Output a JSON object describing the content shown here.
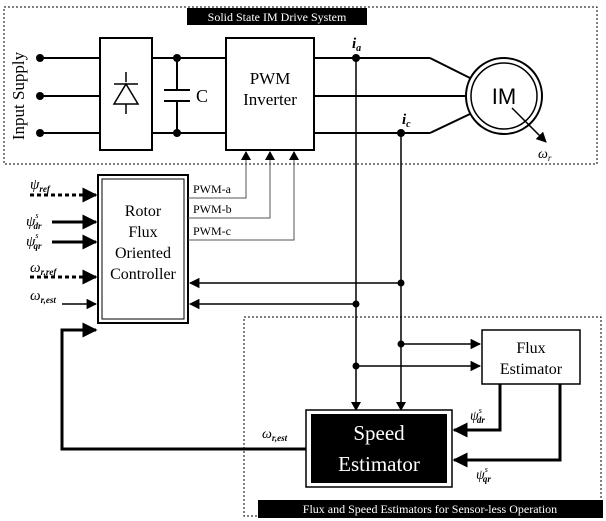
{
  "top_region": {
    "title": "Solid State IM Drive System"
  },
  "bottom_region": {
    "title": "Flux and Speed Estimators for Sensor-less Operation"
  },
  "input_supply": {
    "label": "Input Supply"
  },
  "capacitor": {
    "label": "C"
  },
  "inverter": {
    "line1": "PWM",
    "line2": "Inverter"
  },
  "motor": {
    "label": "IM"
  },
  "currents": {
    "ia": "i",
    "ia_sub": "a",
    "ic": "i",
    "ic_sub": "c"
  },
  "rotor_speed": {
    "sym": "ω",
    "sub": "r"
  },
  "controller": {
    "line1": "Rotor",
    "line2": "Flux",
    "line3": "Oriented",
    "line4": "Controller"
  },
  "pwm_signals": [
    "PWM-a",
    "PWM-b",
    "PWM-c"
  ],
  "controller_inputs": {
    "psi_ref": {
      "sym": "ψ",
      "sub": "ref"
    },
    "psi_dr": {
      "sym": "ψ",
      "sup": "s",
      "sub": "dr"
    },
    "psi_qr": {
      "sym": "ψ",
      "sup": "s",
      "sub": "qr"
    },
    "omega_ref": {
      "sym": "ω",
      "sub": "r,ref"
    },
    "omega_est": {
      "sym": "ω",
      "sub": "r,est"
    }
  },
  "flux_estimator": {
    "line1": "Flux",
    "line2": "Estimator"
  },
  "speed_estimator": {
    "line1": "Speed",
    "line2": "Estimator"
  },
  "speed_estimator_signals": {
    "omega_out": {
      "sym": "ω",
      "sub": "r,est"
    },
    "psi_dr": {
      "sym": "ψ",
      "sup": "s",
      "sub": "dr"
    },
    "psi_qr": {
      "sym": "ψ",
      "sup": "s",
      "sub": "qr"
    }
  }
}
